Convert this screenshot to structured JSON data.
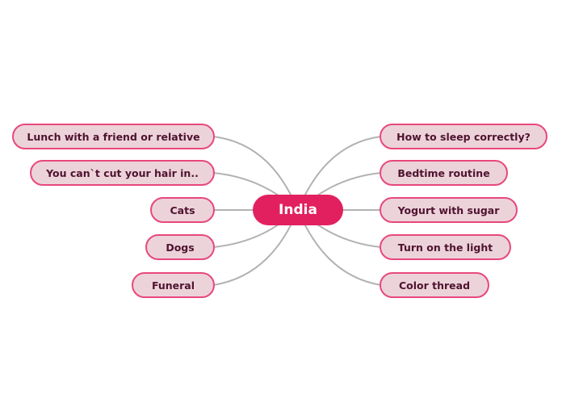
{
  "map": {
    "root": {
      "label": "India"
    },
    "left": [
      {
        "label": "Lunch with a friend or relative"
      },
      {
        "label": "You can`t cut your hair in.."
      },
      {
        "label": "Cats"
      },
      {
        "label": "Dogs"
      },
      {
        "label": "Funeral"
      }
    ],
    "right": [
      {
        "label": "How to sleep correctly?"
      },
      {
        "label": "Bedtime routine"
      },
      {
        "label": "Yogurt with sugar"
      },
      {
        "label": "Turn on the light"
      },
      {
        "label": "Color thread"
      }
    ]
  },
  "colors": {
    "root_fill": "#e2205f",
    "root_text": "#ffffff",
    "topic_fill": "#ecd3da",
    "topic_border": "#e8487c",
    "topic_text": "#4f132f",
    "connector": "#b2b2b2",
    "background": "#ffffff"
  }
}
